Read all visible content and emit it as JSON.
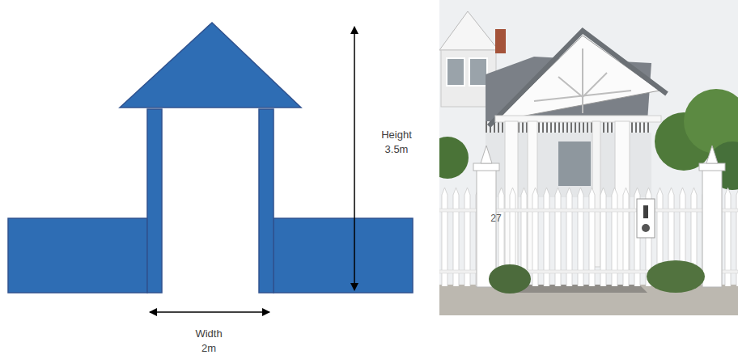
{
  "diagram": {
    "labels": [
      "Height 3.5m",
      "Width 2m",
      "27"
    ]
  }
}
